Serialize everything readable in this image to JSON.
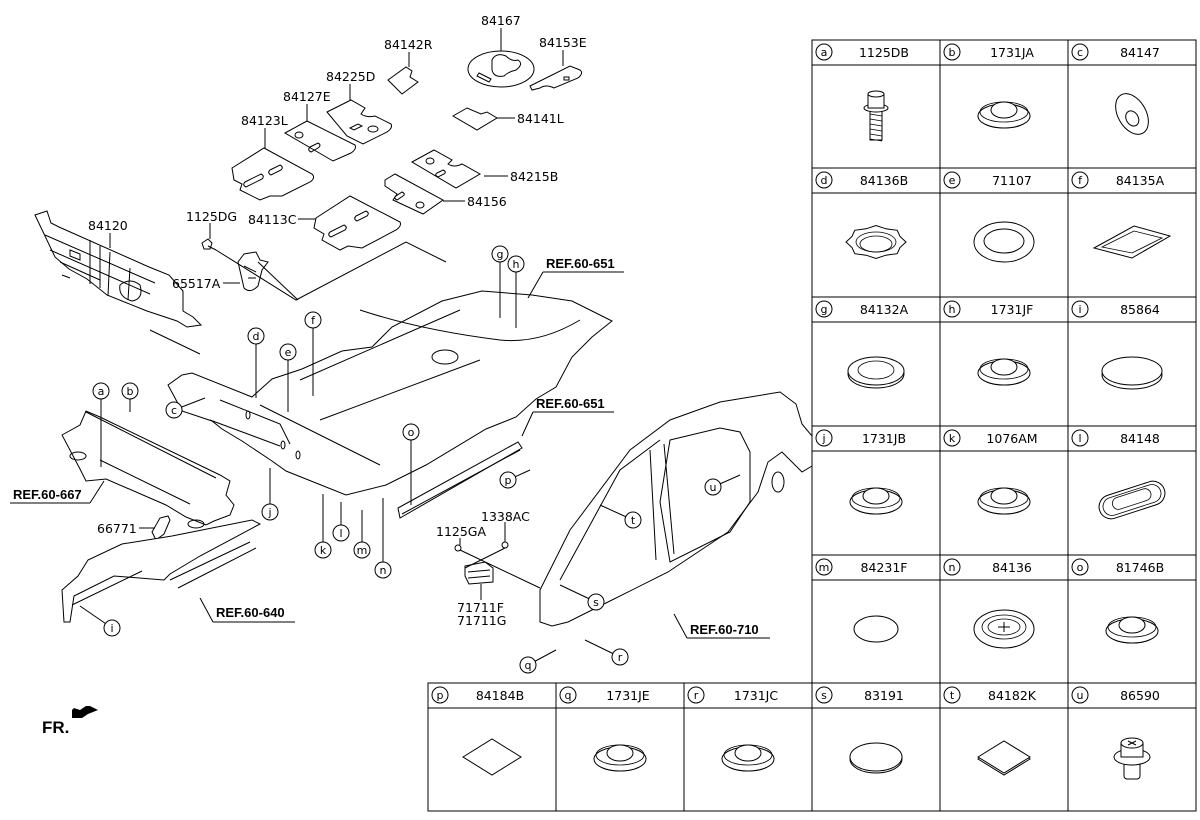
{
  "diagram": {
    "title": "Floor Panel Insulators / Plugs Parts Diagram",
    "front_marker": "FR.",
    "callouts": [
      {
        "id": "84167",
        "text": "84167"
      },
      {
        "id": "84142R",
        "text": "84142R"
      },
      {
        "id": "84153E",
        "text": "84153E"
      },
      {
        "id": "84225D",
        "text": "84225D"
      },
      {
        "id": "84127E",
        "text": "84127E"
      },
      {
        "id": "84141L",
        "text": "84141L"
      },
      {
        "id": "84123L",
        "text": "84123L"
      },
      {
        "id": "84215B",
        "text": "84215B"
      },
      {
        "id": "84156",
        "text": "84156"
      },
      {
        "id": "84113C",
        "text": "84113C"
      },
      {
        "id": "1125DG",
        "text": "1125DG"
      },
      {
        "id": "84120",
        "text": "84120"
      },
      {
        "id": "65517A",
        "text": "65517A"
      },
      {
        "id": "66771",
        "text": "66771"
      },
      {
        "id": "1125GA",
        "text": "1125GA"
      },
      {
        "id": "1338AC",
        "text": "1338AC"
      },
      {
        "id": "71711F",
        "text": "71711F"
      },
      {
        "id": "71711G",
        "text": "71711G"
      }
    ],
    "references": [
      {
        "id": "ref-651-top",
        "text": "REF.60-651"
      },
      {
        "id": "ref-651-mid",
        "text": "REF.60-651"
      },
      {
        "id": "ref-667",
        "text": "REF.60-667"
      },
      {
        "id": "ref-640",
        "text": "REF.60-640"
      },
      {
        "id": "ref-710",
        "text": "REF.60-710"
      }
    ],
    "letter_markers": [
      "a",
      "b",
      "c",
      "d",
      "e",
      "f",
      "g",
      "h",
      "i",
      "j",
      "k",
      "l",
      "m",
      "n",
      "o",
      "p",
      "q",
      "r",
      "s",
      "t",
      "u"
    ]
  },
  "legend": {
    "cells": [
      {
        "letter": "a",
        "code": "1125DB",
        "icon": "flange-bolt-icon"
      },
      {
        "letter": "b",
        "code": "1731JA",
        "icon": "round-plug-icon"
      },
      {
        "letter": "c",
        "code": "84147",
        "icon": "washer-plug-icon"
      },
      {
        "letter": "d",
        "code": "84136B",
        "icon": "toothed-grommet-icon"
      },
      {
        "letter": "e",
        "code": "71107",
        "icon": "ring-grommet-icon"
      },
      {
        "letter": "f",
        "code": "84135A",
        "icon": "rectangular-grommet-icon"
      },
      {
        "letter": "g",
        "code": "84132A",
        "icon": "open-grommet-icon"
      },
      {
        "letter": "h",
        "code": "1731JF",
        "icon": "round-plug-icon"
      },
      {
        "letter": "i",
        "code": "85864",
        "icon": "disc-pad-icon"
      },
      {
        "letter": "j",
        "code": "1731JB",
        "icon": "round-plug-icon"
      },
      {
        "letter": "k",
        "code": "1076AM",
        "icon": "round-plug-icon"
      },
      {
        "letter": "l",
        "code": "84148",
        "icon": "oval-grommet-icon"
      },
      {
        "letter": "m",
        "code": "84231F",
        "icon": "oval-pad-icon"
      },
      {
        "letter": "n",
        "code": "84136",
        "icon": "cross-plug-icon"
      },
      {
        "letter": "o",
        "code": "81746B",
        "icon": "round-plug-icon"
      },
      {
        "letter": "p",
        "code": "84184B",
        "icon": "square-pad-icon"
      },
      {
        "letter": "q",
        "code": "1731JE",
        "icon": "round-plug-icon"
      },
      {
        "letter": "r",
        "code": "1731JC",
        "icon": "round-plug-icon"
      },
      {
        "letter": "s",
        "code": "83191",
        "icon": "oval-ring-icon"
      },
      {
        "letter": "t",
        "code": "84182K",
        "icon": "square-sheet-icon"
      },
      {
        "letter": "u",
        "code": "86590",
        "icon": "clip-fastener-icon"
      }
    ]
  }
}
